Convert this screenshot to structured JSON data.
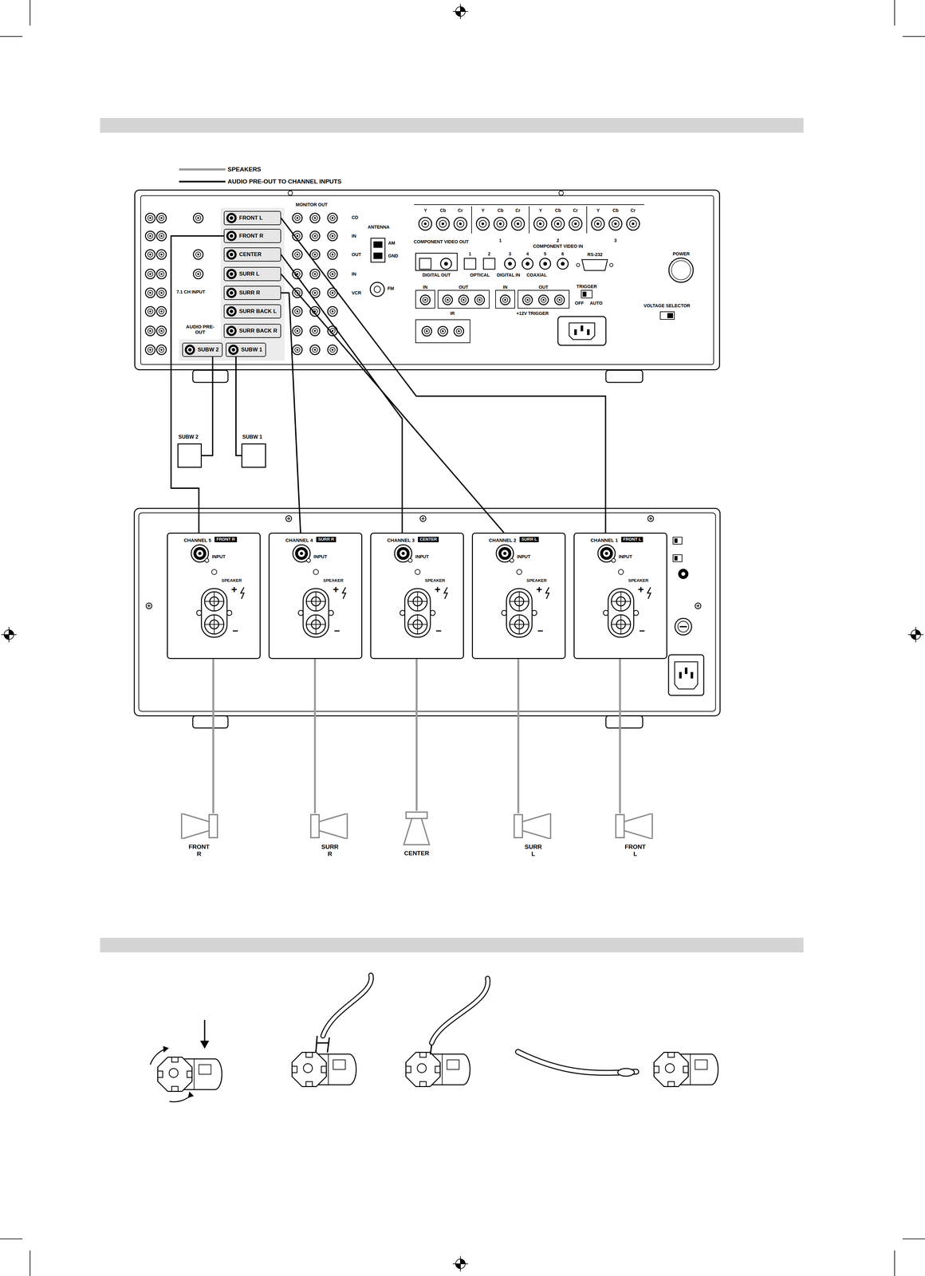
{
  "diagram": {
    "nodes": [
      {
        "text": [
          "AUDIO PRE-OUT"
        ]
      },
      {
        "text": [
          "FRONT L"
        ],
        "in": 0
      },
      {
        "text": [
          "FRONT R"
        ],
        "in": 0
      },
      {
        "text": [
          "CENTER"
        ],
        "in": 0
      },
      {
        "text": [
          "SURR L"
        ],
        "in": 0
      },
      {
        "text": [
          "SURR R"
        ],
        "in": 0
      },
      {
        "text": [
          "SURR BACK L"
        ],
        "in": 0
      },
      {
        "text": [
          "SURR BACK R"
        ],
        "in": 0
      },
      {
        "text": [
          "SUBW 2"
        ],
        "in": 0
      },
      {
        "text": [
          "SUBW 1"
        ],
        "in": 0
      },
      {
        "text": [
          "SUBW 2"
        ]
      },
      {
        "text": [
          "SUBW 1"
        ]
      },
      {
        "text": [
          "CHANNEL 5",
          "FRONT R",
          "INPUT",
          "SPEAKER",
          "+",
          "–"
        ]
      },
      {
        "text": [
          "CHANNEL 4",
          "SURR R",
          "INPUT",
          "SPEAKER",
          "+",
          "–"
        ]
      },
      {
        "text": [
          "CHANNEL 3",
          "CENTER",
          "INPUT",
          "SPEAKER",
          "+",
          "–"
        ]
      },
      {
        "text": [
          "CHANNEL 2",
          "SURR L",
          "INPUT",
          "SPEAKER",
          "+",
          "–"
        ]
      },
      {
        "text": [
          "CHANNEL 1",
          "FRONT L",
          "INPUT",
          "SPEAKER",
          "+",
          "–"
        ]
      },
      {
        "text": [
          "FRONT R"
        ]
      },
      {
        "text": [
          "SURR R"
        ]
      },
      {
        "text": [
          "CENTER"
        ]
      },
      {
        "text": [
          "SURR L"
        ]
      },
      {
        "text": [
          "FRONT L"
        ]
      }
    ],
    "edges": [
      {
        "from": 1,
        "to": 16,
        "arrow": "none"
      },
      {
        "from": 2,
        "to": 12,
        "arrow": "none"
      },
      {
        "from": 3,
        "to": 14,
        "arrow": "none"
      },
      {
        "from": 4,
        "to": 15,
        "arrow": "none"
      },
      {
        "from": 5,
        "to": 13,
        "arrow": "none"
      },
      {
        "from": 8,
        "to": 10,
        "arrow": "none"
      },
      {
        "from": 9,
        "to": 11,
        "arrow": "none"
      },
      {
        "from": 12,
        "to": 17,
        "arrow": "none"
      },
      {
        "from": 13,
        "to": 18,
        "arrow": "none"
      },
      {
        "from": 14,
        "to": 19,
        "arrow": "none"
      },
      {
        "from": 15,
        "to": 20,
        "arrow": "none"
      },
      {
        "from": 16,
        "to": 21,
        "arrow": "none"
      }
    ],
    "labels": [
      "MONITOR OUT",
      "CD",
      "IN",
      "OUT",
      "IN",
      "VCR",
      "7.1 CH INPUT",
      "ANTENNA",
      "AM",
      "GND",
      "FM",
      "Y",
      "Cb",
      "Cr",
      "Y",
      "Cb",
      "Cr",
      "Y",
      "Cb",
      "Cr",
      "Y",
      "Cb",
      "Cr",
      "COMPONENT VIDEO OUT",
      "1",
      "2",
      "3",
      "COMPONENT VIDEO IN",
      "DIGITAL OUT",
      "1",
      "2",
      "3",
      "4",
      "5",
      "6",
      "OPTICAL",
      "COAXIAL",
      "DIGITAL IN",
      "RS-232",
      "POWER",
      "IN",
      "OUT",
      "IR",
      "IN",
      "OUT",
      "+12V TRIGGER",
      "TRIGGER",
      "OFF",
      "AUTO",
      "VOLTAGE SELECTOR"
    ],
    "legend": [
      {
        "text": "SPEAKERS"
      },
      {
        "text": "AUDIO PRE-OUT TO CHANNEL INPUTS"
      }
    ]
  }
}
